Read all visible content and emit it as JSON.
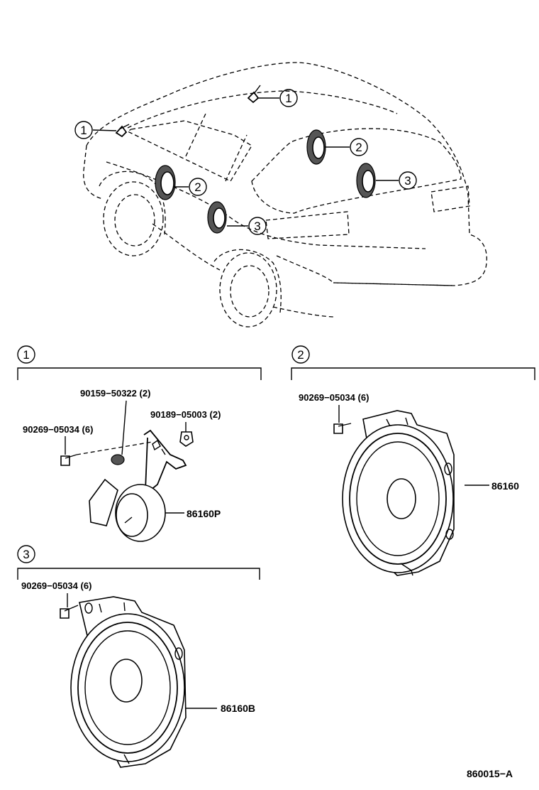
{
  "overview": {
    "markers": [
      {
        "num": "1"
      },
      {
        "num": "1"
      },
      {
        "num": "2"
      },
      {
        "num": "2"
      },
      {
        "num": "3"
      },
      {
        "num": "3"
      }
    ]
  },
  "section1": {
    "num": "1",
    "parts": [
      {
        "code": "90159−50322 (2)"
      },
      {
        "code": "90189−05003 (2)"
      },
      {
        "code": "90269−05034 (6)"
      },
      {
        "code": "86160P"
      }
    ]
  },
  "section2": {
    "num": "2",
    "parts": [
      {
        "code": "90269−05034 (6)"
      },
      {
        "code": "86160"
      }
    ]
  },
  "section3": {
    "num": "3",
    "parts": [
      {
        "code": "90269−05034 (6)"
      },
      {
        "code": "86160B"
      }
    ]
  },
  "figure_id": "860015−A"
}
